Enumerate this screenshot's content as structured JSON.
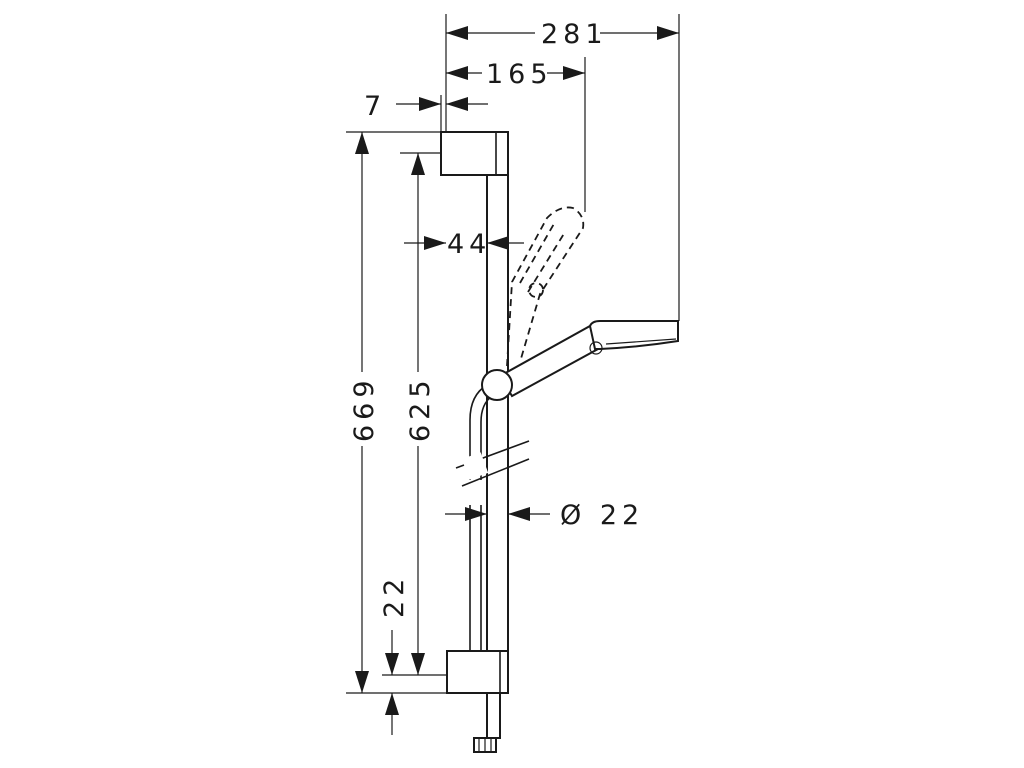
{
  "dimensions": {
    "total_width": "281",
    "handshower_offset": "165",
    "wall_offset": "7",
    "head_diameter": "44",
    "total_height": "669",
    "rail_height": "625",
    "bottom_offset": "22",
    "rail_diameter": "Ø 22"
  }
}
